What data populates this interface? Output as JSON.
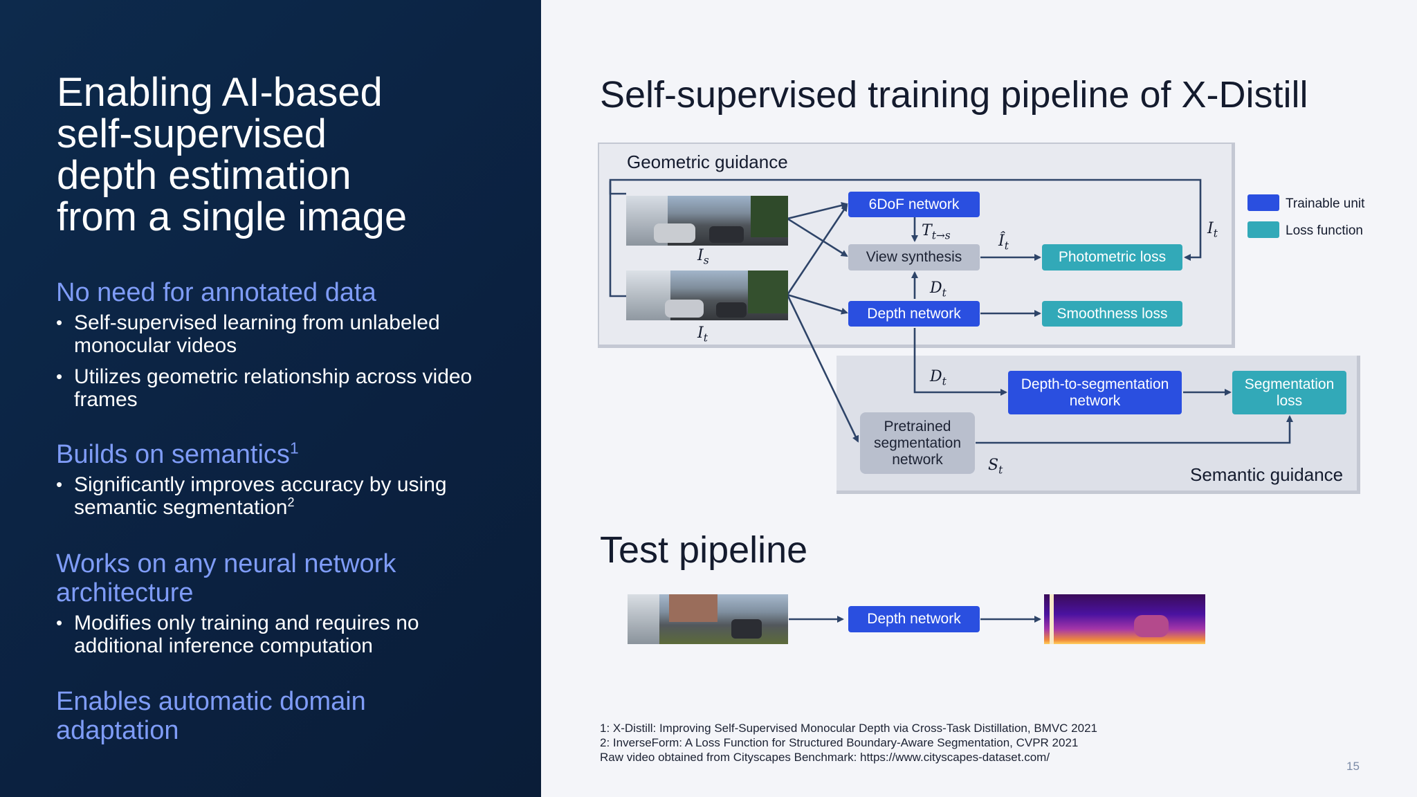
{
  "left_panel": {
    "headline_lines": [
      "Enabling AI-based",
      "self-supervised",
      "depth estimation",
      "from a single image"
    ],
    "sections": [
      {
        "title": "No need for annotated data",
        "bullets": [
          "Self-supervised learning from unlabeled monocular videos",
          "Utilizes geometric relationship across video frames"
        ]
      },
      {
        "title": "Builds on semantics",
        "title_sup": "1",
        "bullets": [
          "Significantly improves accuracy by using semantic segmentation"
        ],
        "bullet_sup": "2"
      },
      {
        "title": "Works on any neural network architecture",
        "bullets": [
          "Modifies only training and requires no additional inference computation"
        ]
      },
      {
        "title": "Enables automatic domain adaptation",
        "bullets": []
      }
    ]
  },
  "diagram": {
    "title": "Self-supervised training pipeline of X-Distill",
    "geometric_label": "Geometric guidance",
    "semantic_label": "Semantic guidance",
    "boxes": {
      "sixdof": "6DoF network",
      "view_synthesis": "View synthesis",
      "depth_network": "Depth network",
      "photometric_loss": "Photometric loss",
      "smoothness_loss": "Smoothness loss",
      "depth_to_seg": "Depth-to-segmentation network",
      "seg_loss": "Segmentation loss",
      "pretrained_seg": "Pretrained segmentation network"
    },
    "math": {
      "is": {
        "base": "I",
        "sub": "s"
      },
      "it_img": {
        "base": "I",
        "sub": "t"
      },
      "t_ts": {
        "base": "T",
        "sub": "t→s"
      },
      "ihat_t": {
        "base": "Î",
        "sub": "t"
      },
      "it_right": {
        "base": "I",
        "sub": "t"
      },
      "dt_top": {
        "base": "D",
        "sub": "t"
      },
      "dt_low": {
        "base": "D",
        "sub": "t"
      },
      "st": {
        "base": "S",
        "sub": "t"
      }
    },
    "legend": {
      "trainable": "Trainable unit",
      "loss": "Loss function"
    }
  },
  "test": {
    "title": "Test pipeline",
    "depth_network": "Depth network"
  },
  "footnotes": [
    "1: X-Distill: Improving Self-Supervised Monocular Depth via Cross-Task Distillation, BMVC 2021",
    "2: InverseForm: A Loss Function for Structured Boundary-Aware Segmentation, CVPR 2021",
    "Raw video obtained from Cityscapes Benchmark: https://www.cityscapes-dataset.com/"
  ],
  "page_number": "15",
  "colors": {
    "navy": "#0b2140",
    "accent": "#7f9cf7",
    "trainable": "#2a4fe0",
    "loss": "#32a9b8",
    "grey_box": "#b9bfcd"
  }
}
